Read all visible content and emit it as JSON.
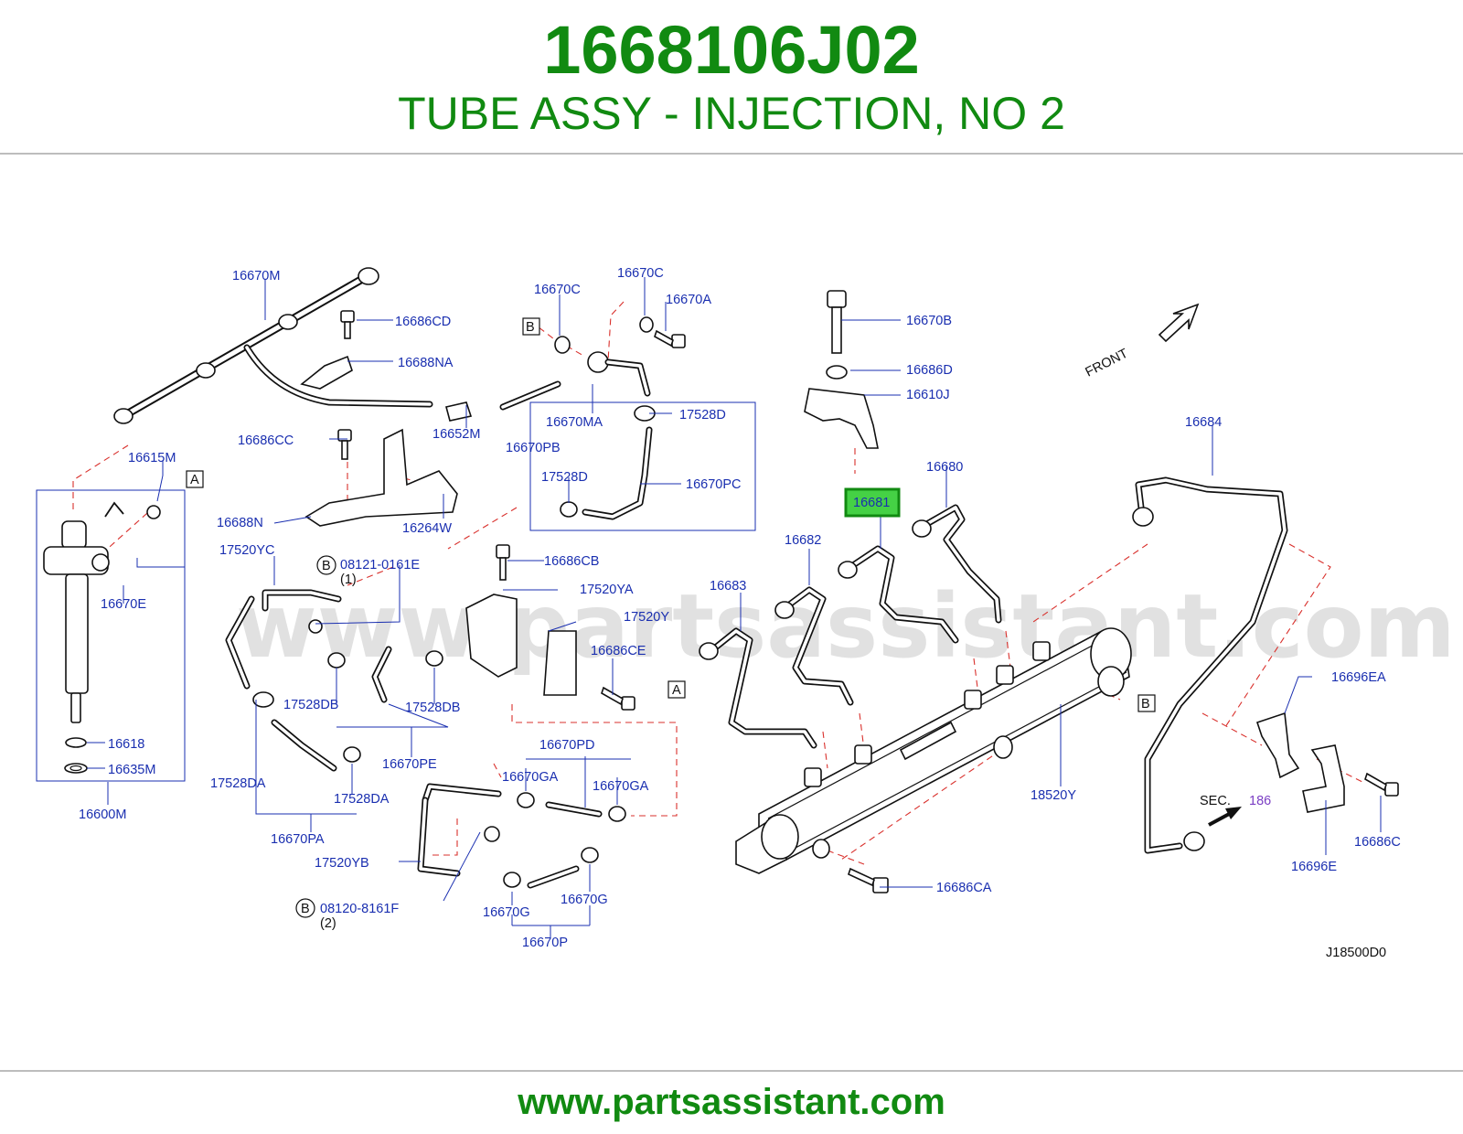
{
  "header": {
    "part_number": "1668106J02",
    "description": "TUBE ASSY - INJECTION, NO 2"
  },
  "footer": {
    "url": "www.partsassistant.com"
  },
  "watermark": "www.partsassistant.com",
  "diagram": {
    "code": "J18500D0",
    "front_label": "FRONT",
    "sec_label": "SEC.",
    "sec_ref": "186",
    "highlighted_part": "16681",
    "highlight_color": "#45d145",
    "labels": {
      "l16670M": "16670M",
      "l16686CD": "16686CD",
      "l16688NA": "16688NA",
      "l16670C_1": "16670C",
      "l16670C_2": "16670C",
      "l16670A": "16670A",
      "l16670B": "16670B",
      "l16686D": "16686D",
      "l16610J": "16610J",
      "l16652M": "16652M",
      "l16670MA": "16670MA",
      "l17528D_1": "17528D",
      "l16686CC": "16686CC",
      "l16670PB": "16670PB",
      "l16615M": "16615M",
      "l17528D_2": "17528D",
      "l16670PC": "16670PC",
      "l16684": "16684",
      "l16680": "16680",
      "l16681": "16681",
      "l16688N": "16688N",
      "l16264W": "16264W",
      "l17520YC": "17520YC",
      "l08121": "08121-0161E",
      "l08121_qty": "(1)",
      "l16686CB": "16686CB",
      "l17520YA": "17520YA",
      "l16682": "16682",
      "l16670E": "16670E",
      "l17520Y": "17520Y",
      "l16683": "16683",
      "l16686CE": "16686CE",
      "l16696EA": "16696EA",
      "l17528DB_1": "17528DB",
      "l17528DB_2": "17528DB",
      "l16618": "16618",
      "l16635M": "16635M",
      "l16670PE": "16670PE",
      "l16670PD": "16670PD",
      "l16670GA_1": "16670GA",
      "l16670GA_2": "16670GA",
      "l17528DA_1": "17528DA",
      "l17528DA_2": "17528DA",
      "l18520Y": "18520Y",
      "l16600M": "16600M",
      "l16670PA": "16670PA",
      "l16686C": "16686C",
      "l17520YB": "17520YB",
      "l16696E": "16696E",
      "l16686CA": "16686CA",
      "l08120": "08120-8161F",
      "l08120_qty": "(2)",
      "l16670G_1": "16670G",
      "l16670G_2": "16670G",
      "l16670P": "16670P"
    },
    "markers": {
      "mA_1": "A",
      "mA_2": "A",
      "mB_1": "B",
      "mB_2": "B",
      "mB_circ_1": "B",
      "mB_circ_2": "B"
    }
  }
}
